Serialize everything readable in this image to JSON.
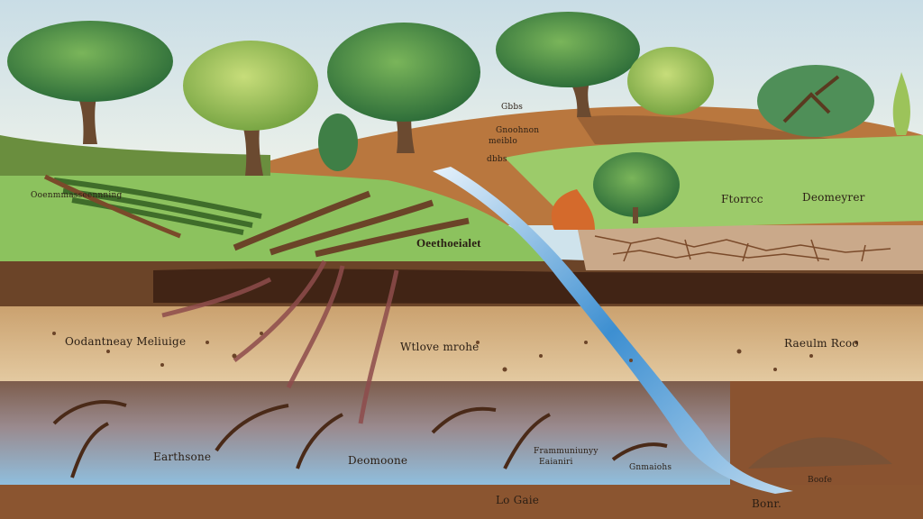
{
  "labels": {
    "hill_label_1": "Gbbs",
    "hill_label_2": "Gnoohnon",
    "hill_label_3": "meiblo",
    "branch_label": "dbbs",
    "left_field_label": "Ooenmmasseennning",
    "center_label": "Oeethoeialet",
    "right_label_1": "Ftorrcc",
    "right_label_2": "Deomeyrer",
    "mid_left_label": "Oodantneay Meliuige",
    "mid_center_label": "Wtlove mrohe",
    "mid_right_label": "Raeulm Rcoo",
    "bottom_left_label": "Earthsone",
    "bottom_center_label": "Deomoone",
    "bottom_mid_label_1": "Frammuniunyy",
    "bottom_mid_label_2": "Eaianiri",
    "bottom_mid_label_3": "Gnmaiohs",
    "bottom_right_label": "Boofe",
    "bottom_label": "Lo Gaie",
    "corner_label": "Bonr."
  },
  "colors": {
    "sky_top": "#c9dde6",
    "sky_bottom": "#eef2ea",
    "grass": "#8cc25e",
    "soil_brown": "#6b4428",
    "sand": "#d4b58a",
    "groundwater": "#86b6d8",
    "bedrock": "#8a5330",
    "water_stream": "#3d8fd1"
  }
}
